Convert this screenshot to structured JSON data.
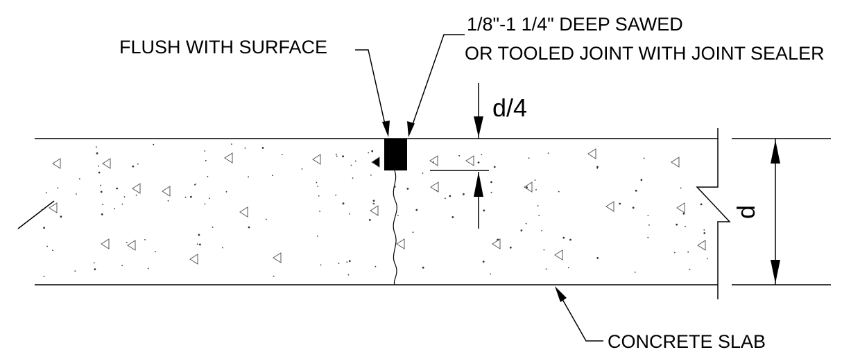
{
  "labels": {
    "flush": "FLUSH WITH SURFACE",
    "joint_line1": "1/8\"-1 1/4\" DEEP SAWED",
    "joint_line2": "OR TOOLED JOINT WITH JOINT SEALER",
    "depth_quarter": "d/4",
    "depth": "d",
    "slab": "CONCRETE SLAB"
  }
}
